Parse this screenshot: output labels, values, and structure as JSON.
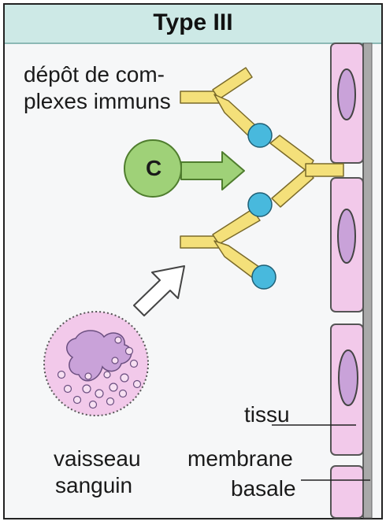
{
  "title": "Type III",
  "labels": {
    "deposit_line1": "dépôt de com-",
    "deposit_line2": "plexes immuns",
    "complement": "C",
    "vessel_line1": "vaisseau",
    "vessel_line2": "sanguin",
    "tissue": "tissu",
    "membrane_line1": "membrane",
    "membrane_line2": "basale"
  },
  "colors": {
    "header_bg": "#cde9e6",
    "antibody": "#f4e07a",
    "antigen": "#48b9dd",
    "complement": "#9fd178",
    "cell_fill": "#f2c9ea",
    "nucleus": "#c9a2d9",
    "basal_membrane": "#a9a9a9"
  },
  "icons": [
    "antibody-icon",
    "antigen-icon",
    "complement-icon",
    "neutrophil-icon",
    "tissue-cell-icon",
    "arrow-icon"
  ]
}
